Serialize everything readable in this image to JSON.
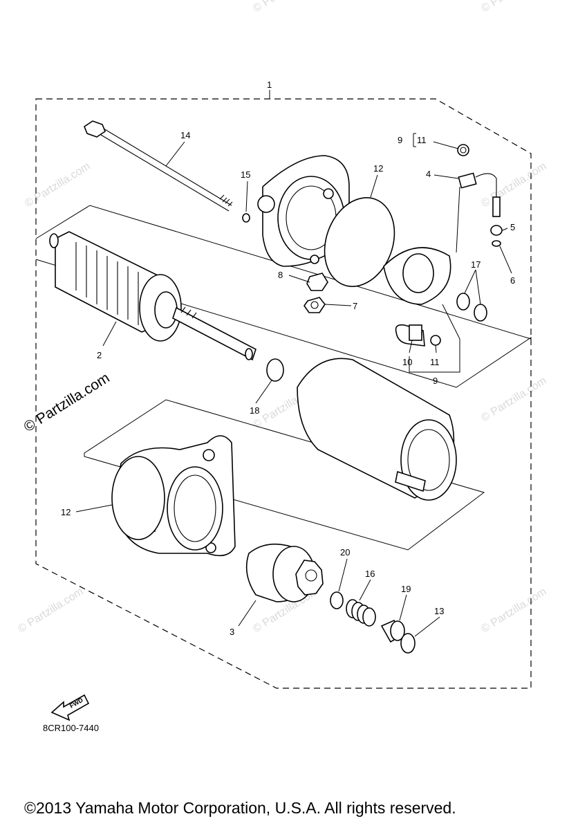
{
  "watermarks": {
    "small": "© Partzilla.com",
    "large": "© Partzilla.com"
  },
  "callouts": {
    "c1": "1",
    "c2": "2",
    "c3": "3",
    "c4": "4",
    "c5": "5",
    "c6": "6",
    "c7": "7",
    "c8": "8",
    "c9_top": "9",
    "c9_bottom": "9",
    "c10": "10",
    "c11_top": "11",
    "c11_bottom": "11",
    "c12_top": "12",
    "c12_left": "12",
    "c13": "13",
    "c14": "14",
    "c15": "15",
    "c16": "16",
    "c17": "17",
    "c18": "18",
    "c19": "19",
    "c20": "20"
  },
  "fwd_label": "FWD",
  "diagram_code": "8CR100-7440",
  "copyright": "©2013  Yamaha Motor Corporation, U.S.A. All rights reserved."
}
